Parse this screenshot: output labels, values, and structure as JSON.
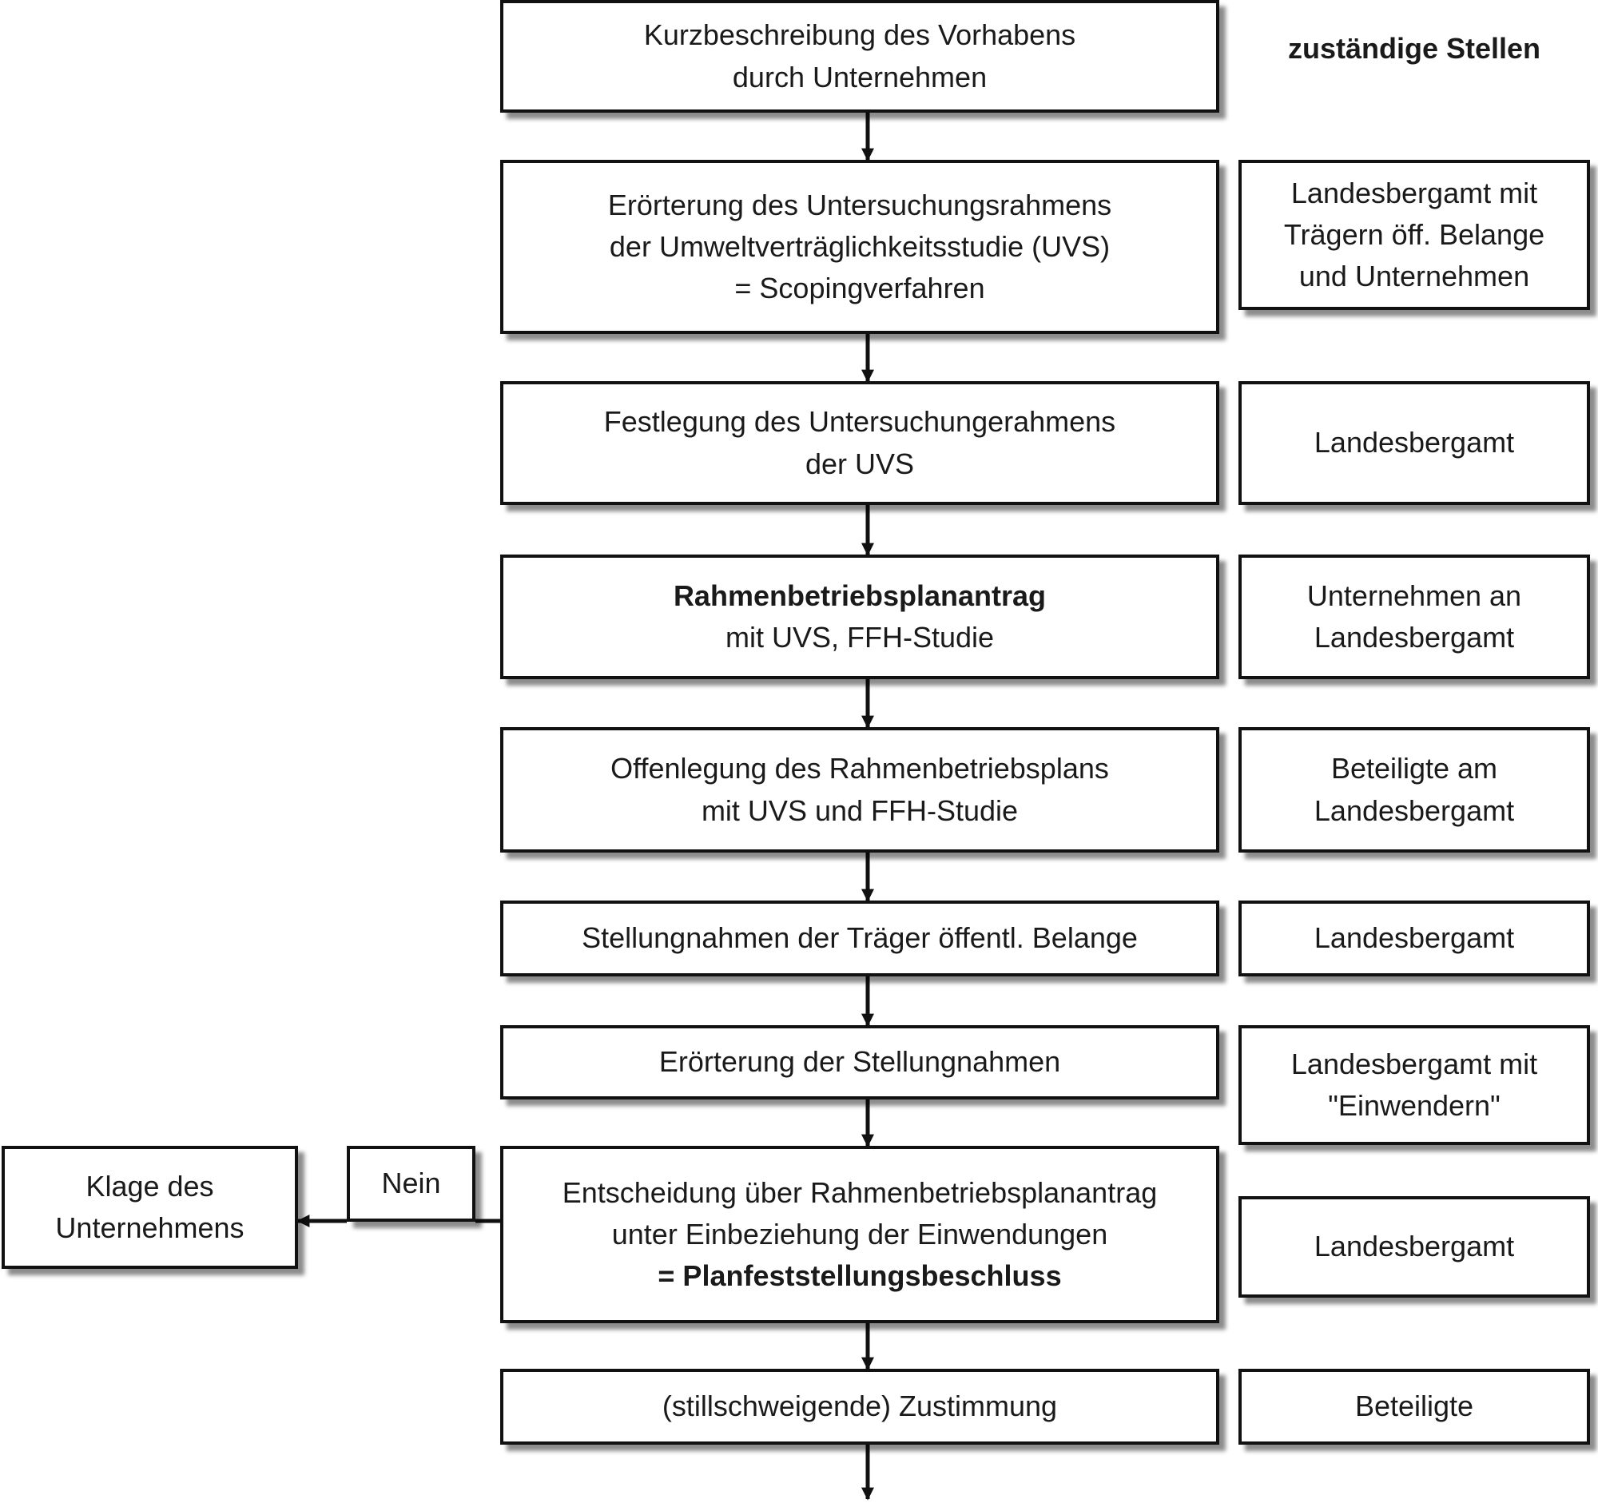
{
  "header": {
    "responsible": "zuständige Stellen"
  },
  "steps": [
    {
      "lines": [
        "Kurzbeschreibung des Vorhabens",
        "durch Unternehmen"
      ]
    },
    {
      "lines": [
        "Erörterung des Untersuchungsrahmens",
        "der Umweltverträglichkeitsstudie (UVS)",
        "= Scopingverfahren"
      ]
    },
    {
      "lines": [
        "Festlegung des Untersuchungerahmens",
        "der UVS"
      ]
    },
    {
      "title": "Rahmenbetriebsplanantrag",
      "lines": [
        "mit UVS, FFH-Studie"
      ]
    },
    {
      "lines": [
        "Offenlegung des Rahmenbetriebsplans",
        "mit UVS und FFH-Studie"
      ]
    },
    {
      "lines": [
        "Stellungnahmen der Träger öffentl. Belange"
      ]
    },
    {
      "lines": [
        "Erörterung der Stellungnahmen"
      ]
    },
    {
      "lines": [
        "Entscheidung über Rahmenbetriebsplanantrag",
        "unter Einbeziehung der Einwendungen"
      ],
      "bold_line": "= Planfeststellungsbeschluss"
    },
    {
      "lines": [
        "(stillschweigende) Zustimmung"
      ]
    }
  ],
  "responsible": [
    {
      "lines": [
        "Landesbergamt mit",
        "Trägern öff. Belange",
        "und Unternehmen"
      ]
    },
    {
      "lines": [
        "Landesbergamt"
      ]
    },
    {
      "lines": [
        "Unternehmen an",
        "Landesbergamt"
      ]
    },
    {
      "lines": [
        "Beteiligte am",
        "Landesbergamt"
      ]
    },
    {
      "lines": [
        "Landesbergamt"
      ]
    },
    {
      "lines": [
        "Landesbergamt mit",
        "\"Einwendern\""
      ]
    },
    {
      "lines": [
        "Landesbergamt"
      ]
    },
    {
      "lines": [
        "Beteiligte"
      ]
    }
  ],
  "branch": {
    "decision_label": "Nein",
    "outcome": {
      "lines": [
        "Klage des",
        "Unternehmens"
      ]
    }
  }
}
